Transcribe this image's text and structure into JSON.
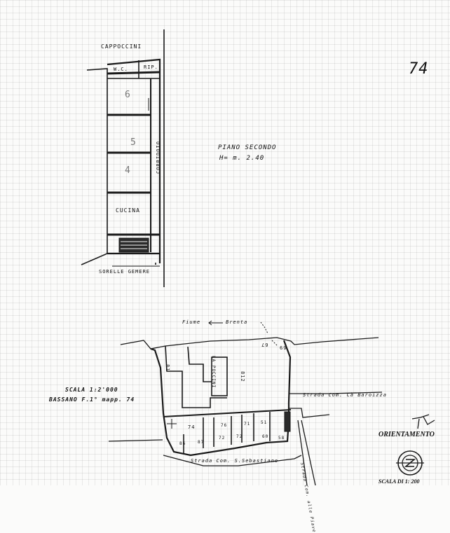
{
  "sheet": {
    "number": "74"
  },
  "floor_plan": {
    "title": "PIANO SECONDO",
    "height": "H= m. 2.40",
    "north_label": "CAPPOCCINI",
    "south_label": "SORELLE GEMERE",
    "rooms": {
      "wc": "W.C.",
      "rip": "RIP.",
      "r1": "6",
      "r2": "5",
      "r3": "4",
      "kitchen": "CUCINA",
      "corridor": "CORRIDOIO"
    }
  },
  "site_plan": {
    "scale": "SCALA 1:2'000",
    "reference": "BASSANO F.1° mapp. 74",
    "river": "Fiume",
    "river_name": "Brenta",
    "street_east": "Strada Com. Cà Baroizza",
    "street_south": "Strada Com. S.Sebastiano",
    "street_southeast": "Strada Com. alle Piave",
    "label_cappoccini": "LA POCCINI",
    "parcels": {
      "p812": "812",
      "p67": "67",
      "p69": "69",
      "p81": "81",
      "p74": "74",
      "p76": "76",
      "p71": "71",
      "p51": "51",
      "p86": "86",
      "p87": "87",
      "p72": "72",
      "p72b": "72",
      "p58": "58",
      "p60": "60"
    }
  },
  "orientation": {
    "label": "ORIENTAMENTO",
    "scale": "SCALA DI 1: 200"
  }
}
